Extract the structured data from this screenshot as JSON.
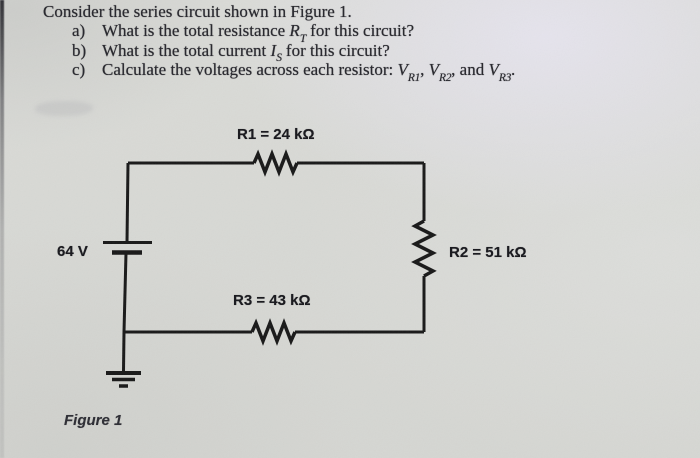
{
  "problem": {
    "intro": "Consider the series circuit shown in Figure 1.",
    "questions": [
      {
        "label": "a)",
        "pre": "What is the total resistance ",
        "var": "R",
        "sub": "T",
        "post": " for this circuit?"
      },
      {
        "label": "b)",
        "pre": "What is the total current ",
        "var": "I",
        "sub": "S",
        "post": " for this circuit?"
      },
      {
        "label": "c)",
        "pre": "Calculate the voltages across each resistor: ",
        "var1": "V",
        "sub1": "R1",
        "sep1": ", ",
        "var2": "V",
        "sub2": "R2",
        "sep2": ", and ",
        "var3": "V",
        "sub3": "R3",
        "end": "."
      }
    ]
  },
  "circuit": {
    "source_label": "64 V",
    "r1_label": "R1 = 24 kΩ",
    "r2_label": "R2 = 51 kΩ",
    "r3_label": "R3 = 43 kΩ",
    "wire_color": "#181818"
  },
  "figure": {
    "caption": "Figure 1"
  }
}
